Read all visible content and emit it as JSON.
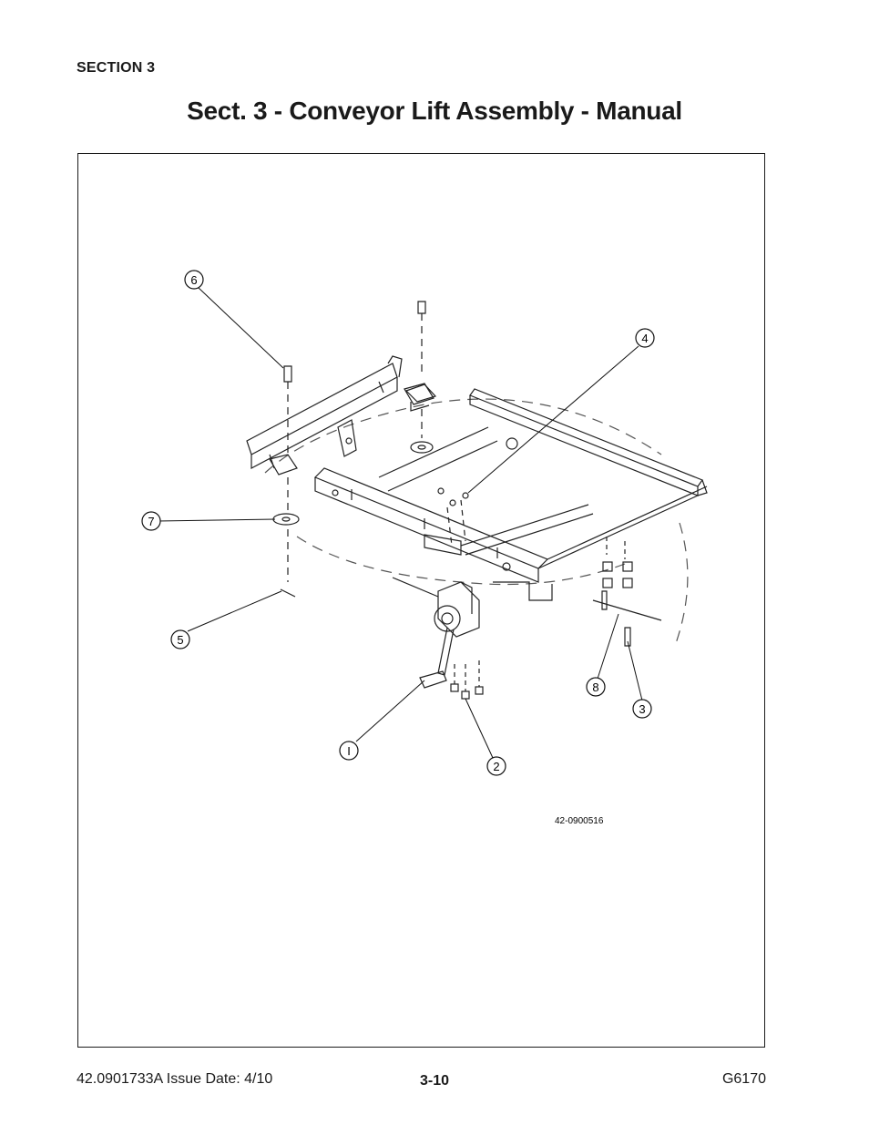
{
  "header": {
    "section": "SECTION 3",
    "title": "Sect. 3 - Conveyor Lift Assembly - Manual"
  },
  "figure": {
    "drawing_number": "42-0900516",
    "callouts": [
      {
        "id": "callout-1",
        "label": "I"
      },
      {
        "id": "callout-2",
        "label": "2"
      },
      {
        "id": "callout-3",
        "label": "3"
      },
      {
        "id": "callout-4",
        "label": "4"
      },
      {
        "id": "callout-5",
        "label": "5"
      },
      {
        "id": "callout-6",
        "label": "6"
      },
      {
        "id": "callout-7",
        "label": "7"
      },
      {
        "id": "callout-8",
        "label": "8"
      }
    ]
  },
  "footer": {
    "doc_number": "42.0901733A  Issue Date: 4/10",
    "page_number": "3-10",
    "model": "G6170"
  }
}
